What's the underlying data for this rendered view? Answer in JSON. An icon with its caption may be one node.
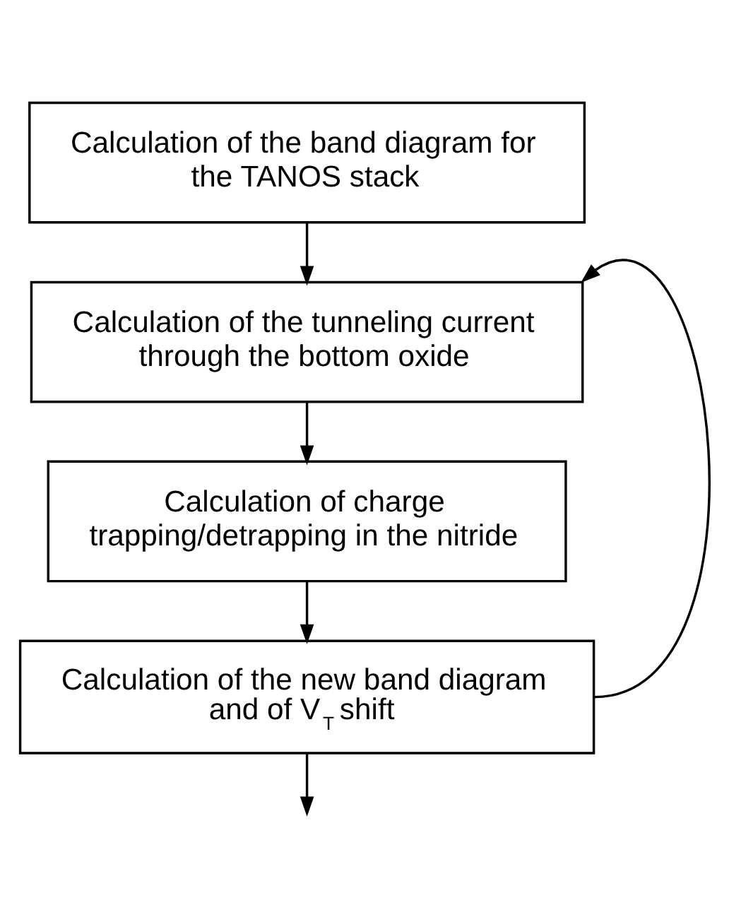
{
  "diagram": {
    "nodes": [
      {
        "text": [
          "Calculation of the band diagram for the TANOS stack"
        ]
      },
      {
        "text": [
          "Calculation of the tunneling current through the bottom oxide"
        ]
      },
      {
        "text": [
          "Calculation of charge trapping/detrapping in the nitride"
        ]
      },
      {
        "text": [
          "Calculation of the new band diagram and of V$_{T}$ shift"
        ]
      }
    ],
    "edges": [
      {
        "from": 0,
        "to": 1,
        "arrow": "to"
      },
      {
        "from": 1,
        "to": 2,
        "arrow": "to"
      },
      {
        "from": 2,
        "to": 3,
        "arrow": "to"
      },
      {
        "from": 3,
        "to": null,
        "arrow": "to"
      },
      {
        "from": 3,
        "to": 1,
        "arrow": "to"
      }
    ]
  }
}
